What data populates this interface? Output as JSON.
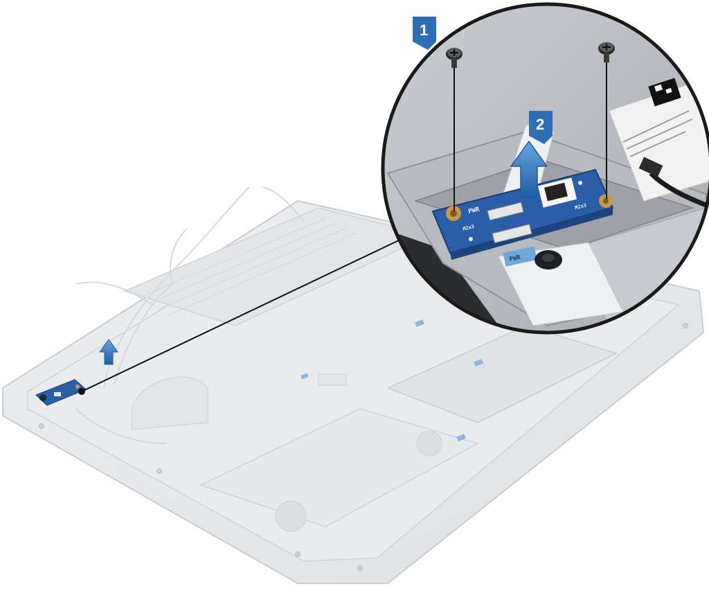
{
  "steps": [
    {
      "number": "1"
    },
    {
      "number": "2"
    }
  ],
  "board_labels": {
    "pwr_top": "PWR",
    "pwr_cable": "PWR",
    "screw_mark_left": "M2x3",
    "screw_mark_right": "M2x3"
  },
  "colors": {
    "badge_blue": "#2f6db5",
    "arrow_blue": "#2a6fb8",
    "board_blue": "#2b5ea8",
    "chassis_gray": "#d9dcdf",
    "callout_ring": "#1a1a1a"
  },
  "icons": [
    "screw-icon",
    "lift-arrow-icon",
    "step-badge-icon"
  ]
}
